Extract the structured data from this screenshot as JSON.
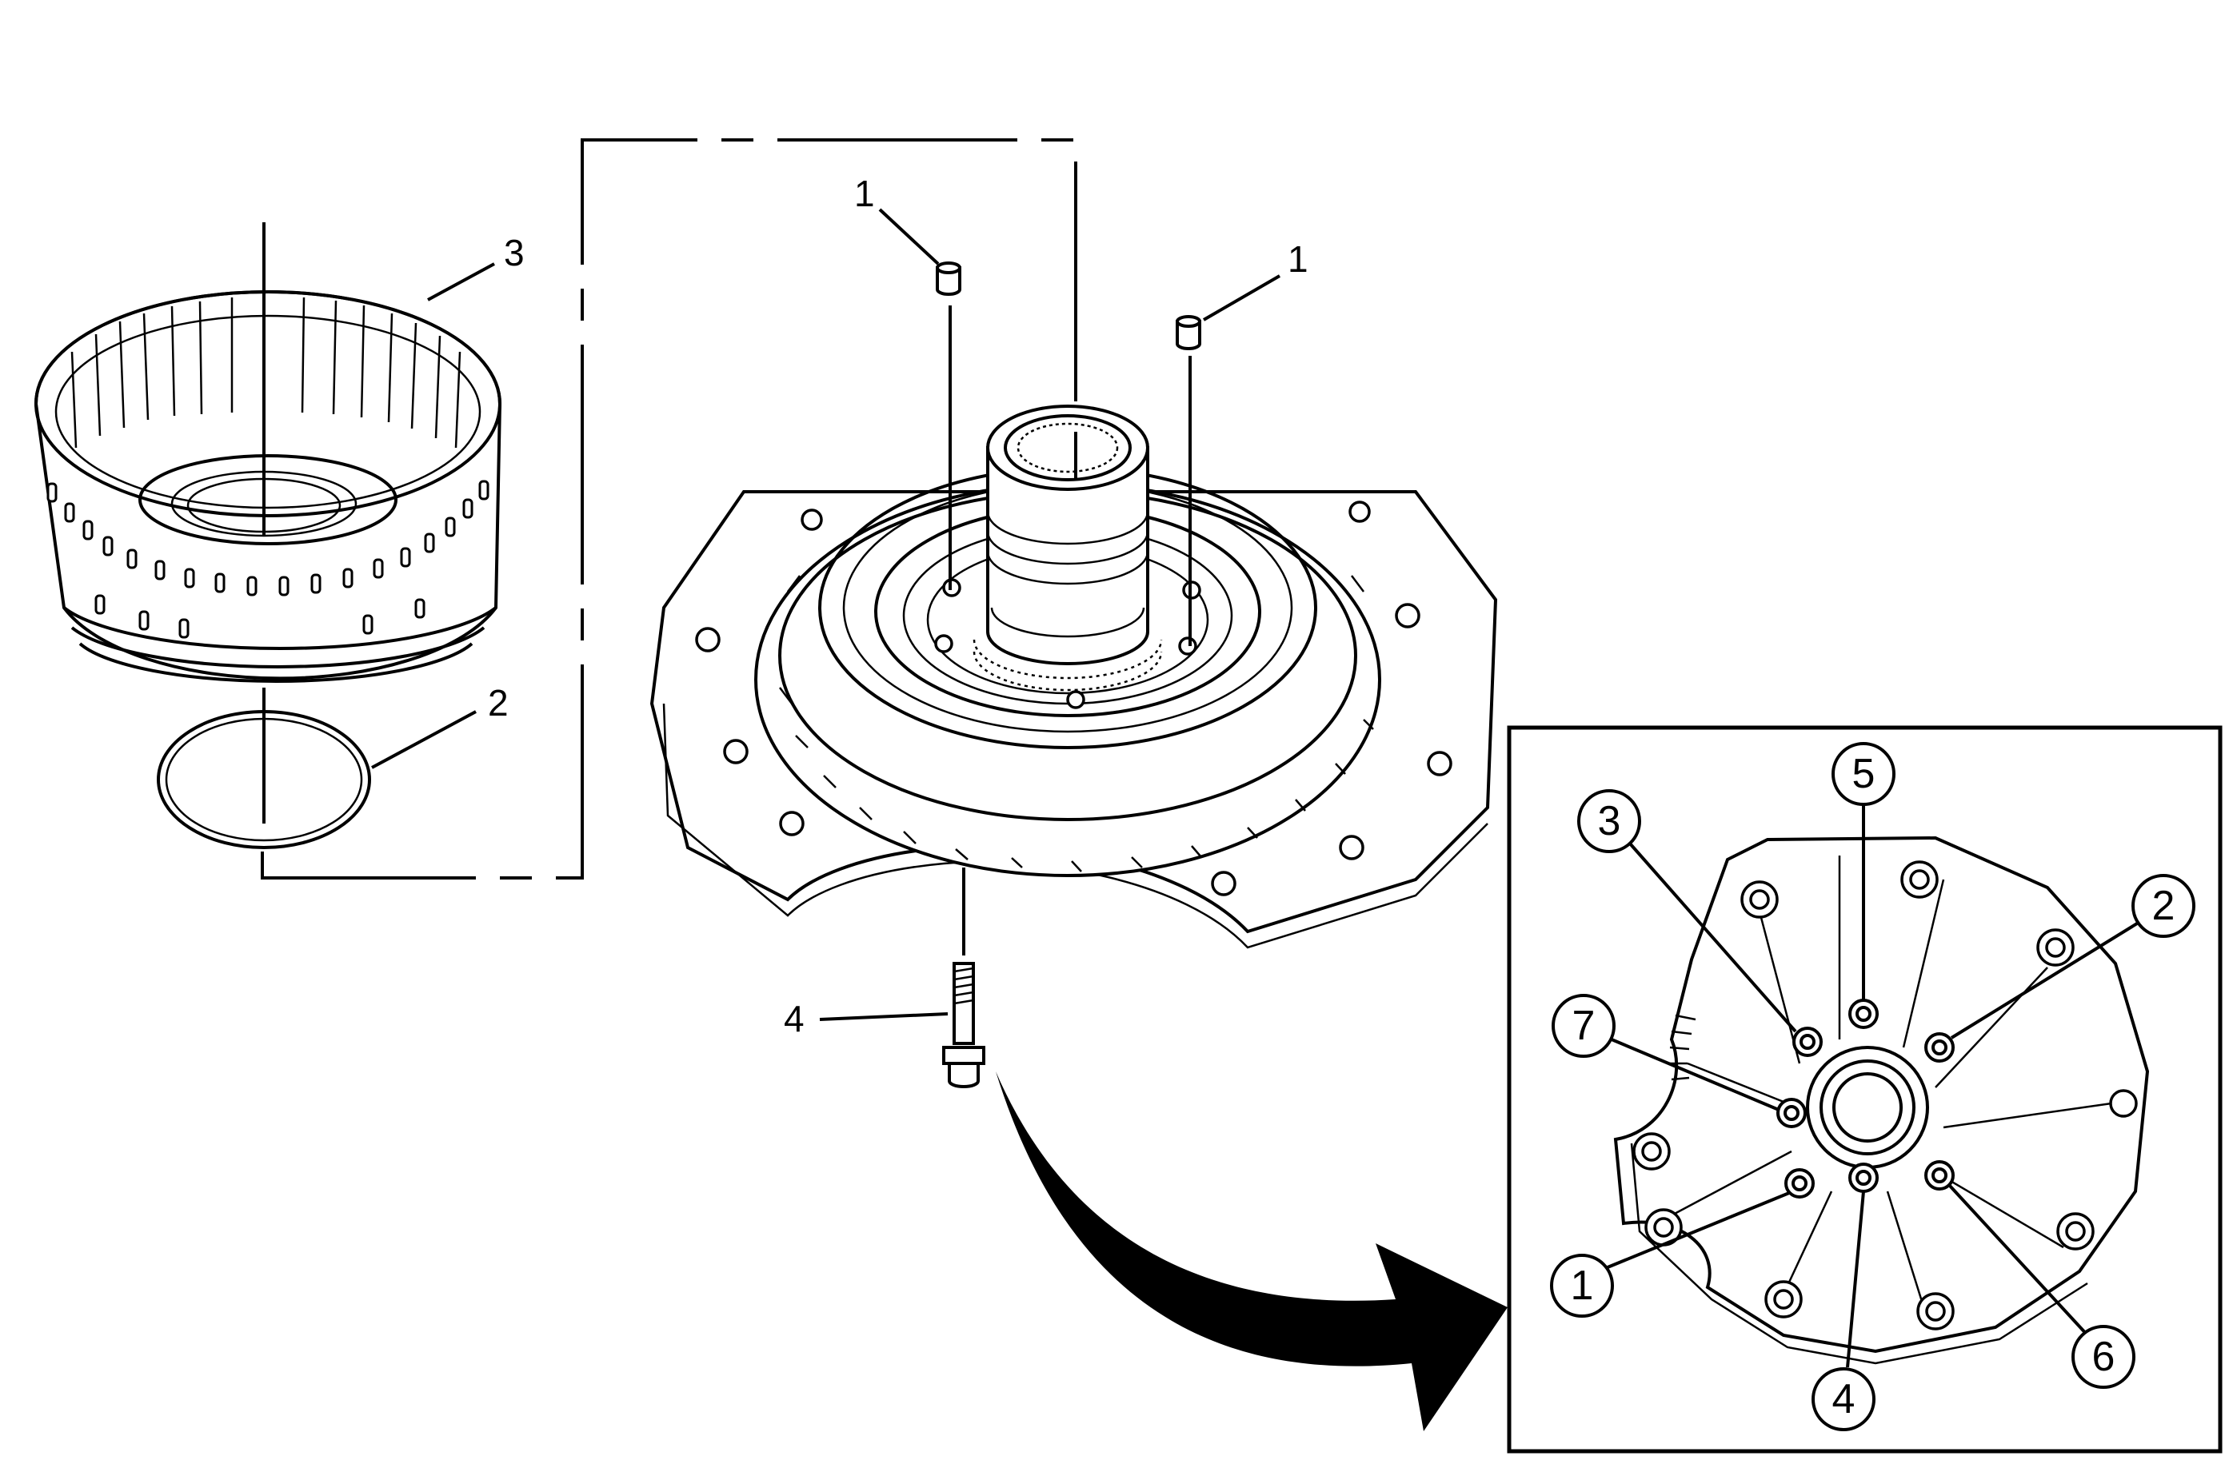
{
  "callouts": {
    "sun_shell_bolt_a": "1",
    "sun_shell_bolt_b": "1",
    "seal_ring": "2",
    "drum": "3",
    "support_bolt": "4"
  },
  "sequence": {
    "c1": "1",
    "c2": "2",
    "c3": "3",
    "c4": "4",
    "c5": "5",
    "c6": "6",
    "c7": "7"
  }
}
